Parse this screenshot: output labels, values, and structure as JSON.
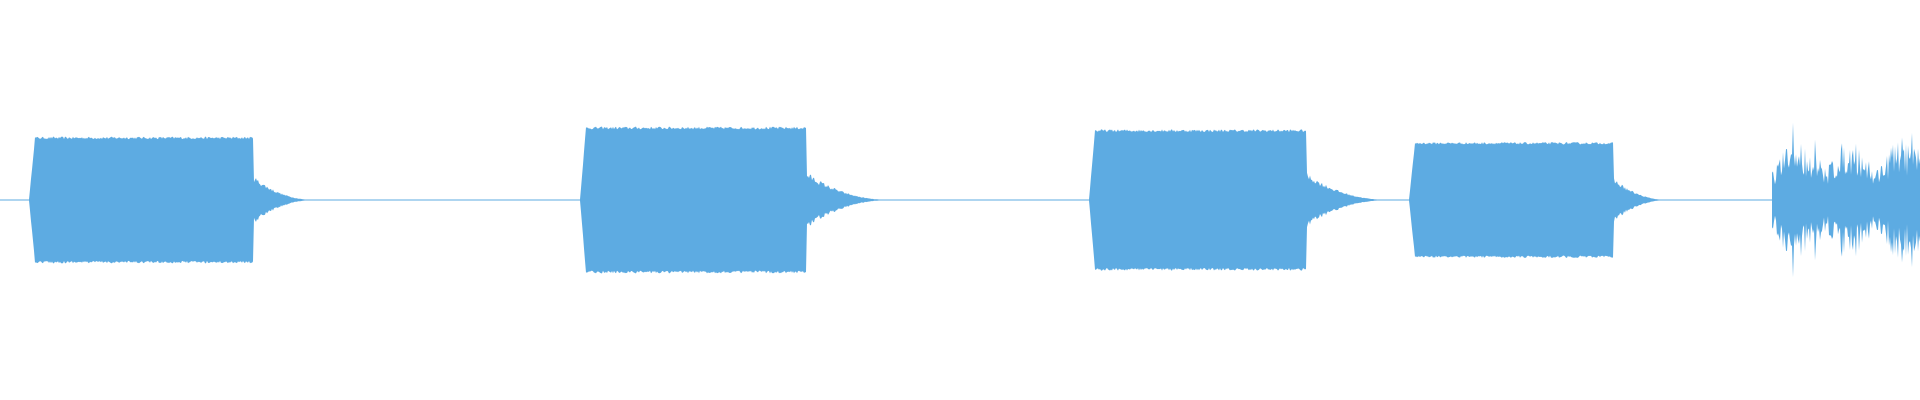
{
  "waveform": {
    "color": "#5dabe2",
    "baseline_color": "#5dabe2",
    "segments": [
      {
        "kind": "tone",
        "start": 0.015,
        "end": 0.132,
        "amplitude": 0.69,
        "decay_end": 0.165,
        "jitter": 0.04
      },
      {
        "kind": "tone",
        "start": 0.302,
        "end": 0.42,
        "amplitude": 0.8,
        "decay_end": 0.465,
        "jitter": 0.04
      },
      {
        "kind": "tone",
        "start": 0.567,
        "end": 0.68,
        "amplitude": 0.77,
        "decay_end": 0.725,
        "jitter": 0.04
      },
      {
        "kind": "tone",
        "start": 0.734,
        "end": 0.84,
        "amplitude": 0.63,
        "decay_end": 0.87,
        "jitter": 0.04
      },
      {
        "kind": "noise",
        "start": 0.923,
        "end": 1.0,
        "amplitude": 0.95,
        "decay_end": 1.0,
        "jitter": 0.6
      }
    ]
  }
}
